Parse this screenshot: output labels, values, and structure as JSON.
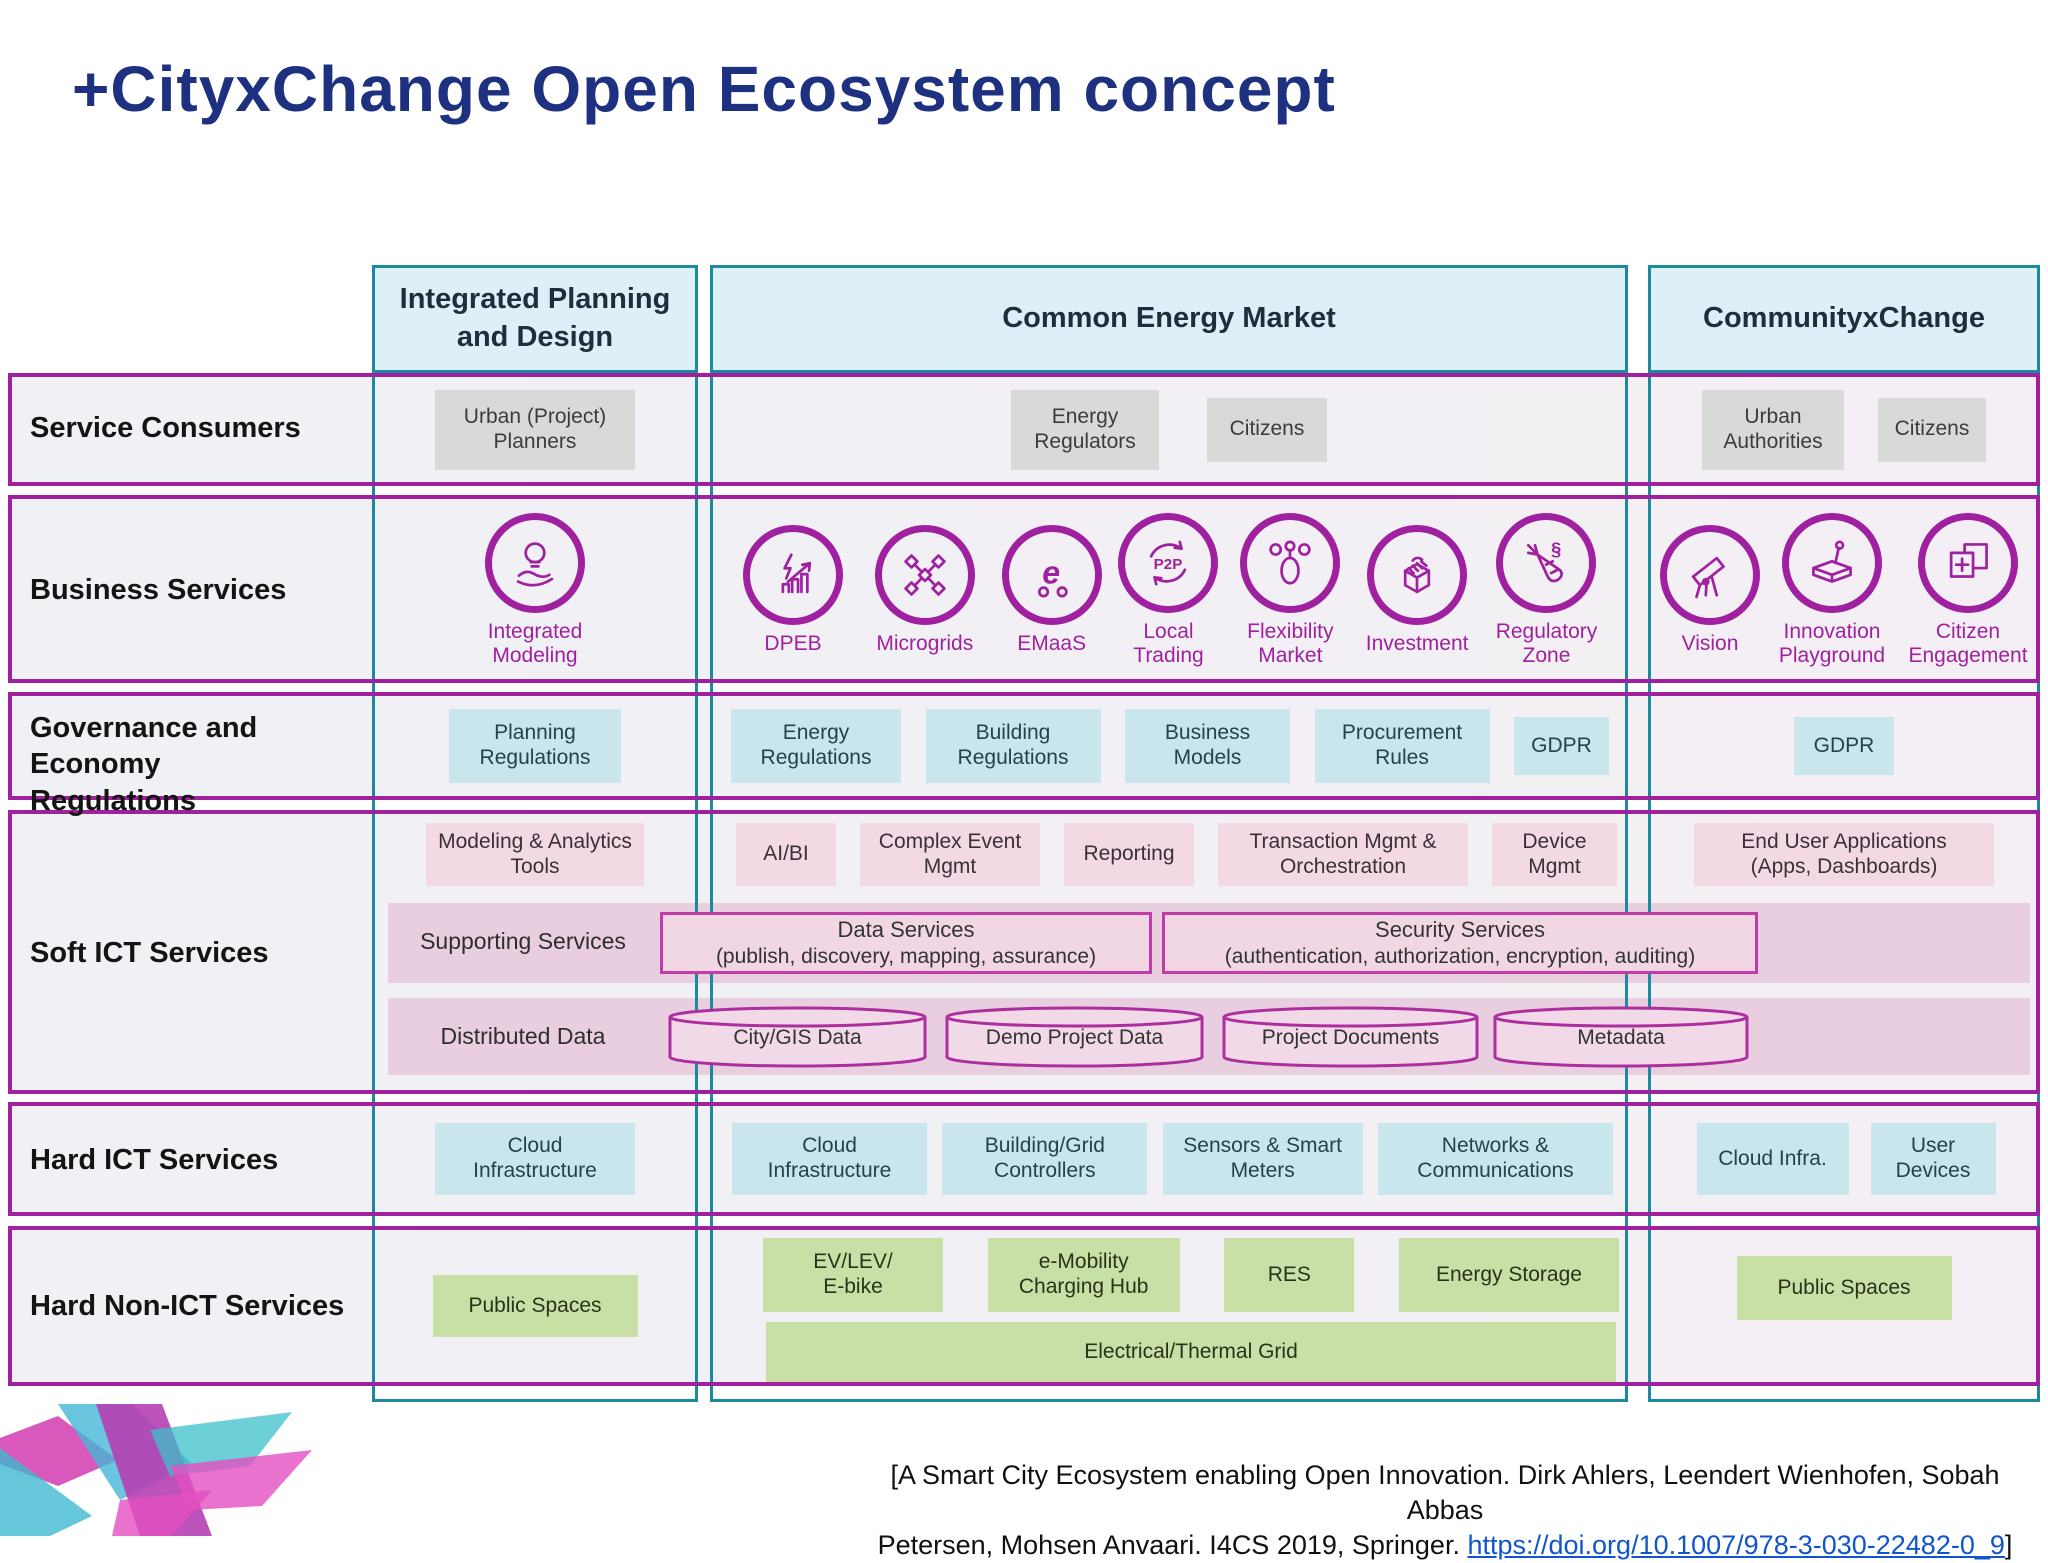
{
  "slide": {
    "title": "+CityxChange Open Ecosystem concept",
    "citation": {
      "line1": "[A Smart City Ecosystem enabling Open Innovation. Dirk Ahlers, Leendert Wienhofen, Sobah Abbas",
      "line2_prefix": "Petersen, Mohsen Anvaari. I4CS 2019, Springer. ",
      "link": "https://doi.org/10.1007/978-3-030-22482-0_9",
      "line2_suffix": "]"
    }
  },
  "columns": [
    {
      "label": "Integrated Planning and Design"
    },
    {
      "label": "Common Energy Market"
    },
    {
      "label": "CommunityxChange"
    }
  ],
  "rows": [
    {
      "label": "Service Consumers"
    },
    {
      "label": "Business Services"
    },
    {
      "label": "Governance and Economy Regulations"
    },
    {
      "label": "Soft ICT Services"
    },
    {
      "label": "Hard ICT Services"
    },
    {
      "label": "Hard Non-ICT Services"
    }
  ],
  "service_consumers": {
    "planning": [
      "Urban (Project) Planners"
    ],
    "energy": [
      "Energy Regulators",
      "Citizens"
    ],
    "community": [
      "Urban Authorities",
      "Citizens"
    ]
  },
  "business_services": {
    "planning": [
      {
        "icon": "integrated-modeling-icon",
        "label": "Integrated Modeling"
      }
    ],
    "energy": [
      {
        "icon": "dpeb-icon",
        "label": "DPEB"
      },
      {
        "icon": "microgrids-icon",
        "label": "Microgrids"
      },
      {
        "icon": "emaas-icon",
        "label": "EMaaS"
      },
      {
        "icon": "local-trading-icon",
        "label": "Local Trading"
      },
      {
        "icon": "flexibility-market-icon",
        "label": "Flexibility Market"
      },
      {
        "icon": "investment-icon",
        "label": "Investment"
      },
      {
        "icon": "regulatory-zone-icon",
        "label": "Regulatory Zone"
      }
    ],
    "community": [
      {
        "icon": "vision-icon",
        "label": "Vision"
      },
      {
        "icon": "innovation-playground-icon",
        "label": "Innovation Playground"
      },
      {
        "icon": "citizen-engagement-icon",
        "label": "Citizen Engagement"
      }
    ]
  },
  "governance": {
    "planning": [
      "Planning Regulations"
    ],
    "energy": [
      "Energy Regulations",
      "Building Regulations",
      "Business Models",
      "Procurement Rules",
      "GDPR"
    ],
    "community": [
      "GDPR"
    ]
  },
  "soft_ict": {
    "top": {
      "planning": [
        "Modeling & Analytics Tools"
      ],
      "energy": [
        "AI/BI",
        "Complex Event Mgmt",
        "Reporting",
        "Transaction Mgmt & Orchestration",
        "Device Mgmt"
      ],
      "community": [
        "End User Applications\n(Apps, Dashboards)"
      ]
    },
    "supporting": {
      "label": "Supporting Services",
      "services": [
        {
          "title": "Data Services",
          "detail": "(publish, discovery, mapping, assurance)"
        },
        {
          "title": "Security Services",
          "detail": "(authentication, authorization, encryption, auditing)"
        }
      ]
    },
    "distributed": {
      "label": "Distributed Data",
      "stores": [
        "City/GIS Data",
        "Demo Project Data",
        "Project Documents",
        "Metadata"
      ]
    }
  },
  "hard_ict": {
    "planning": [
      "Cloud Infrastructure"
    ],
    "energy": [
      "Cloud Infrastructure",
      "Building/Grid Controllers",
      "Sensors & Smart Meters",
      "Networks & Communications"
    ],
    "community": [
      "Cloud Infra.",
      "User Devices"
    ]
  },
  "hard_non_ict": {
    "planning": [
      "Public Spaces"
    ],
    "energy_top": [
      "EV/LEV/\nE-bike",
      "e-Mobility\nCharging Hub",
      "RES",
      "Energy Storage"
    ],
    "energy_wide": "Electrical/Thermal Grid",
    "community": [
      "Public Spaces"
    ]
  },
  "colors": {
    "title": "#1e3080",
    "lane_border": "#1b8a9c",
    "lane_fill": "#ddeff7",
    "row_border": "#a0219f",
    "consumer_box": "#d9d9d9",
    "regulation_box": "#c8e6ec",
    "soft_box": "#f3d9e3",
    "band_fill": "#e8cedf",
    "hard_box": "#c8e6ec",
    "green_box": "#c8e0a6",
    "accent_magenta": "#a0219f",
    "link": "#1155cc"
  }
}
